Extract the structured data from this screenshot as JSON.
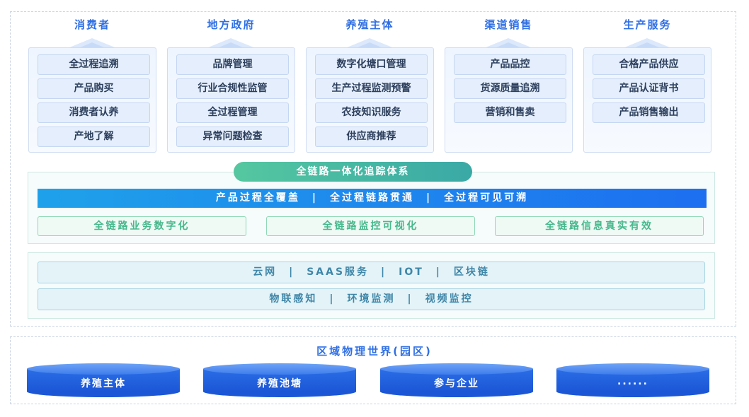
{
  "columns": [
    {
      "title": "消费者",
      "items": [
        "全过程追溯",
        "产品购买",
        "消费者认养",
        "产地了解"
      ]
    },
    {
      "title": "地方政府",
      "items": [
        "品牌管理",
        "行业合规性监管",
        "全过程管理",
        "异常问题检查"
      ]
    },
    {
      "title": "养殖主体",
      "items": [
        "数字化塘口管理",
        "生产过程监测预警",
        "农技知识服务",
        "供应商推荐"
      ]
    },
    {
      "title": "渠道销售",
      "items": [
        "产品品控",
        "货源质量追溯",
        "营销和售卖"
      ]
    },
    {
      "title": "生产服务",
      "items": [
        "合格产品供应",
        "产品认证背书",
        "产品销售输出"
      ]
    }
  ],
  "chain": {
    "title": "全链路一体化追踪体系",
    "bar": "产品过程全覆盖　|　全过程链路贯通　|　全过程可见可溯",
    "pills": [
      "全链路业务数字化",
      "全链路监控可视化",
      "全链路信息真实有效"
    ]
  },
  "infra": {
    "row1": "云网　|　SAAS服务　|　IOT　|　区块链",
    "row2": "物联感知　|　环境监测　|　视频监控"
  },
  "region": {
    "title": "区域物理世界(园区)",
    "items": [
      "养殖主体",
      "养殖池塘",
      "参与企业",
      "......"
    ]
  },
  "colors": {
    "accent_blue": "#2f6fe4",
    "green": "#47b88d",
    "teal": "#3f86a8"
  }
}
